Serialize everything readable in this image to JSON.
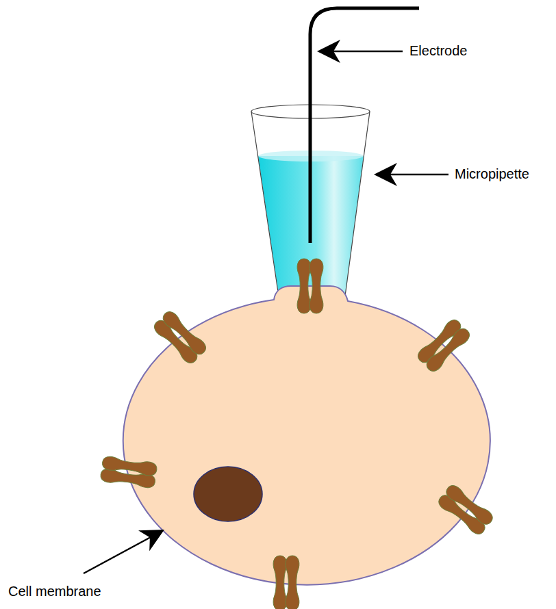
{
  "diagram": {
    "labels": [
      "Electrode",
      "Micropipette",
      "Cell membrane"
    ]
  }
}
